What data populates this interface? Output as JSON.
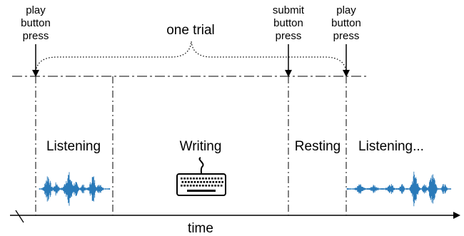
{
  "annotations": {
    "play_1": [
      "play",
      "button",
      "press"
    ],
    "submit": [
      "submit",
      "button",
      "press"
    ],
    "play_2": [
      "play",
      "button",
      "press"
    ],
    "one_trial": "one trial"
  },
  "phases": {
    "listening": "Listening",
    "writing": "Writing",
    "resting": "Resting",
    "listening_next": "Listening..."
  },
  "axis": {
    "label": "time"
  },
  "icons": {
    "keyboard": "keyboard-icon",
    "waveform_1": "audio-waveform-icon",
    "waveform_2": "audio-waveform-icon"
  },
  "colors": {
    "line": "#000000",
    "waveform": "#2a7ab9"
  }
}
